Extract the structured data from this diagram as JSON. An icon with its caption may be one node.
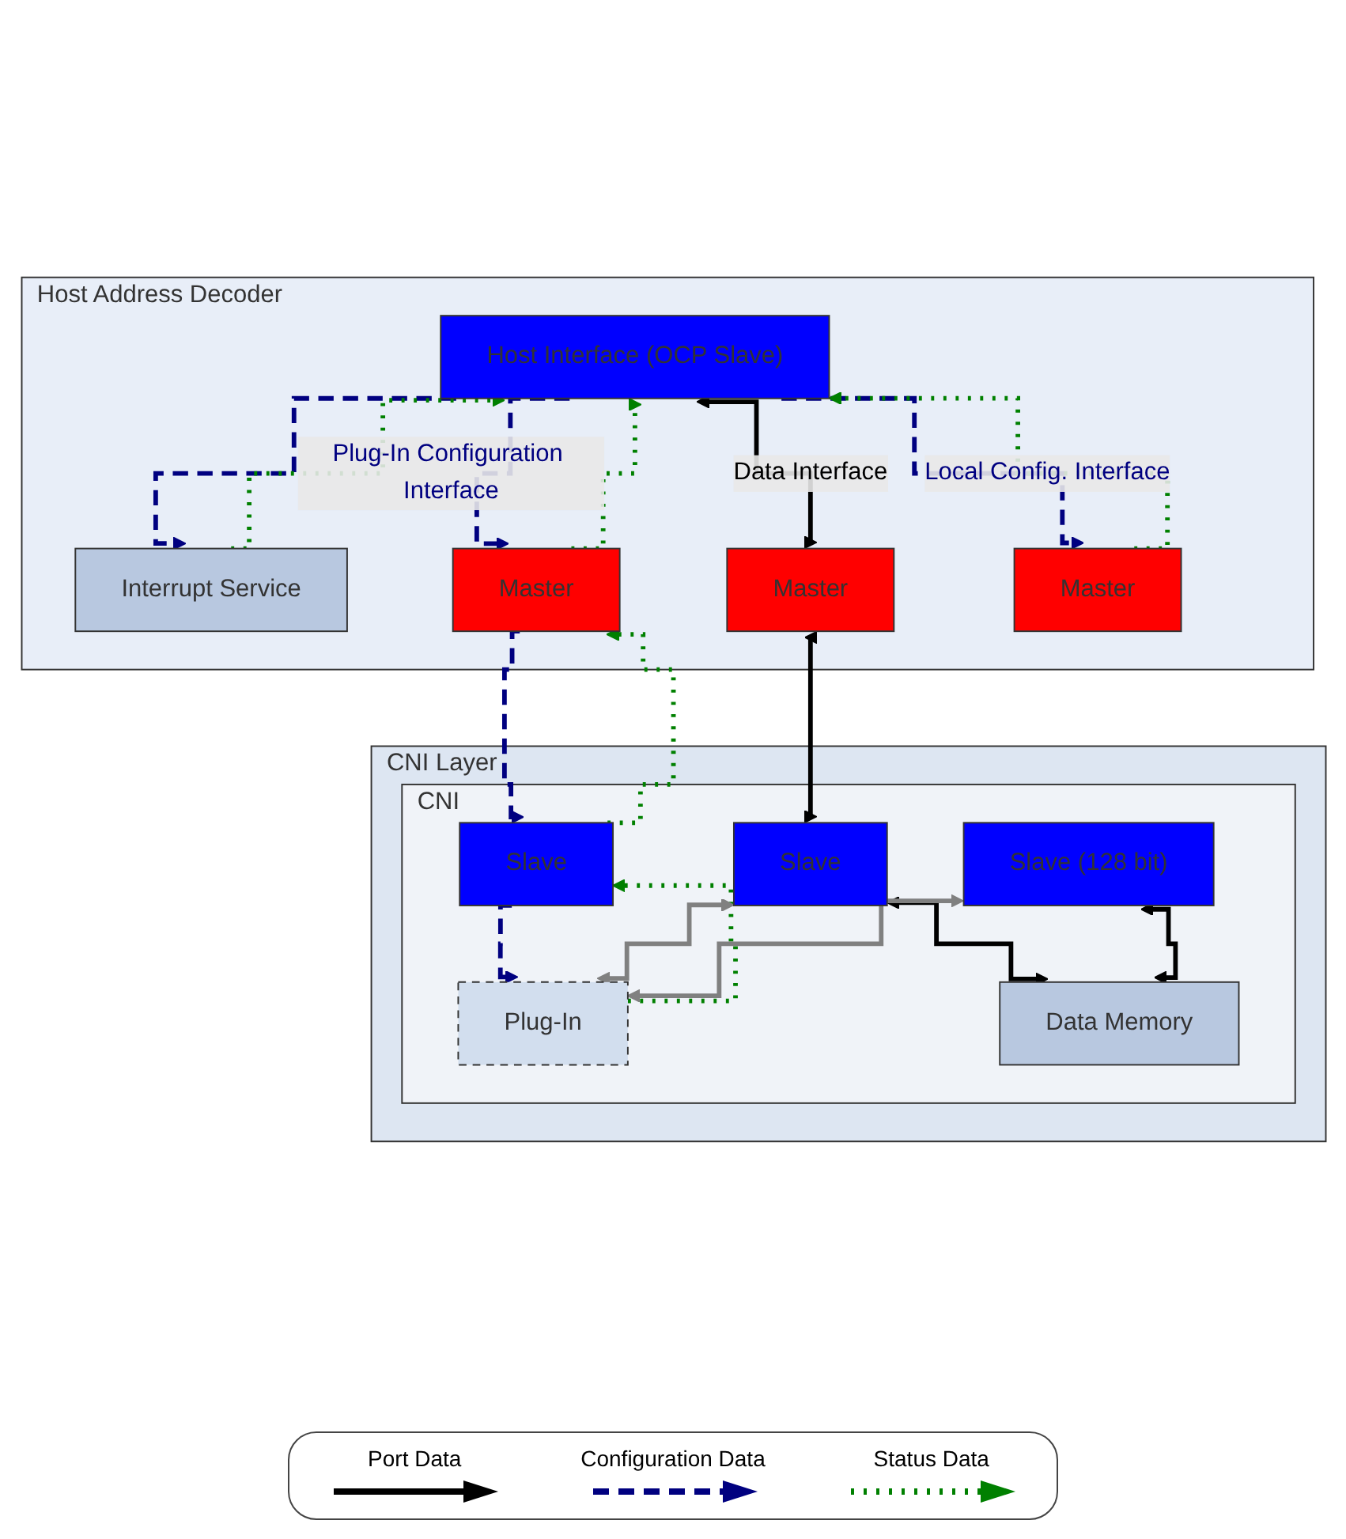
{
  "diagram": {
    "nodes": [
      {
        "text": [
          "Host Address Decoder"
        ]
      },
      {
        "text": [
          "Host Interface (OCP Slave)"
        ],
        "in": 0
      },
      {
        "text": [
          "Interrupt Service"
        ],
        "in": 0
      },
      {
        "text": [
          "Master"
        ],
        "in": 0
      },
      {
        "text": [
          "Master"
        ],
        "in": 0
      },
      {
        "text": [
          "Master"
        ],
        "in": 0
      },
      {
        "text": [
          "CNI Layer"
        ]
      },
      {
        "text": [
          "CNI"
        ],
        "in": 6
      },
      {
        "text": [
          "Slave"
        ],
        "in": 7
      },
      {
        "text": [
          "Slave"
        ],
        "in": 7
      },
      {
        "text": [
          "Plug-In"
        ],
        "in": 7
      },
      {
        "text": [
          "Data Memory"
        ],
        "in": 7
      },
      {
        "text": [
          "Slave (128 bit)"
        ],
        "in": 7
      }
    ],
    "edges": [
      {
        "from": 1,
        "to": 3,
        "arrow": "to",
        "label": "Plug-In Configuration Interface",
        "style": "dashed",
        "color": "#000080"
      },
      {
        "from": 3,
        "to": 1,
        "arrow": "to",
        "style": "dashed",
        "color": "#008000"
      },
      {
        "from": 1,
        "to": 4,
        "arrow": "both",
        "label": "Data Interface",
        "color": "#000000"
      },
      {
        "from": 1,
        "to": 2,
        "arrow": "to",
        "style": "dashed",
        "color": "#000080"
      },
      {
        "from": 2,
        "to": 1,
        "arrow": "to",
        "style": "dashed",
        "color": "#008000"
      },
      {
        "from": 1,
        "to": 5,
        "arrow": "to",
        "label": "Local Config. Interface",
        "style": "dashed",
        "color": "#000080"
      },
      {
        "from": 5,
        "to": 1,
        "arrow": "to",
        "style": "dashed",
        "color": "#008000"
      },
      {
        "from": 3,
        "to": 8,
        "arrow": "to",
        "style": "dashed",
        "color": "#000080"
      },
      {
        "from": 8,
        "to": 3,
        "arrow": "to",
        "style": "dashed",
        "color": "#008000"
      },
      {
        "from": 4,
        "to": 9,
        "arrow": "both",
        "color": "#000000"
      },
      {
        "from": 8,
        "to": 10,
        "arrow": "to",
        "style": "dashed",
        "color": "#000080"
      },
      {
        "from": 10,
        "to": 8,
        "arrow": "to",
        "style": "dashed",
        "color": "#008000"
      },
      {
        "from": 9,
        "to": 10,
        "arrow": "both",
        "color": "#808080"
      },
      {
        "from": 9,
        "to": 11,
        "arrow": "both",
        "color": "#000000"
      },
      {
        "from": 12,
        "to": 10,
        "arrow": "both",
        "color": "#808080"
      },
      {
        "from": 12,
        "to": 11,
        "arrow": "both",
        "color": "#000000"
      }
    ],
    "legend": [
      {
        "text": "Port Data"
      },
      {
        "text": "Configuration Data"
      },
      {
        "text": "Status Data"
      }
    ]
  }
}
